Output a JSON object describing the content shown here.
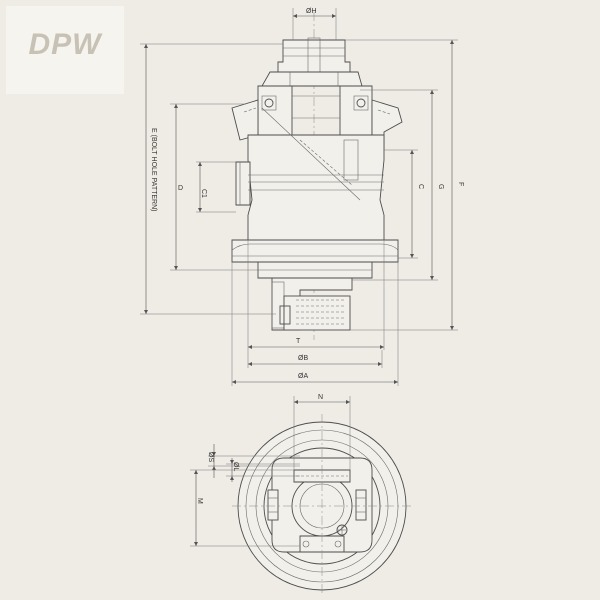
{
  "logo": {
    "text": "DPW"
  },
  "dimensions": {
    "bolt_hole_pattern": "E (BOLT HOLE PATTERN)",
    "D": "D",
    "C1": "C1",
    "C": "C",
    "G": "G",
    "F": "F",
    "H": "ØH",
    "T": "T",
    "B": "ØB",
    "A": "ØA",
    "N": "N",
    "S": "ØS",
    "L": "ØL",
    "M": "M"
  }
}
